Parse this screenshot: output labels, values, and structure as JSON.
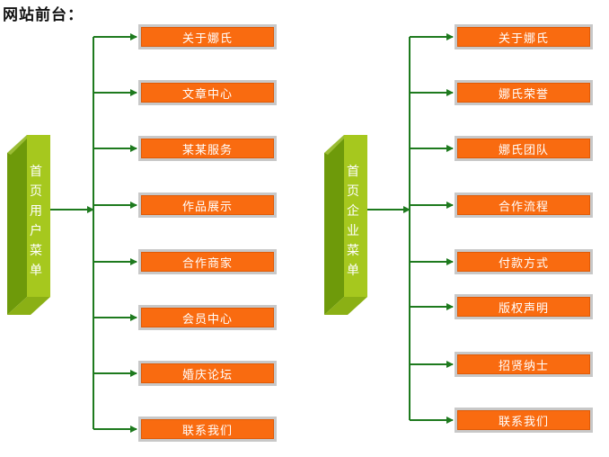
{
  "title": "网站前台：",
  "colors": {
    "orange": "#f96b10",
    "green": "#1e7a1e",
    "pillar_light": "#a6c81e",
    "pillar_dark": "#6e9a0a"
  },
  "left_menu": {
    "label": "首页用户菜单",
    "items": [
      "关于娜氏",
      "文章中心",
      "某某服务",
      "作品展示",
      "合作商家",
      "会员中心",
      "婚庆论坛",
      "联系我们"
    ]
  },
  "right_menu": {
    "label": "首页企业菜单",
    "items": [
      "关于娜氏",
      "娜氏荣誉",
      "娜氏团队",
      "合作流程",
      "付款方式",
      "版权声明",
      "招贤纳士",
      "联系我们"
    ]
  }
}
